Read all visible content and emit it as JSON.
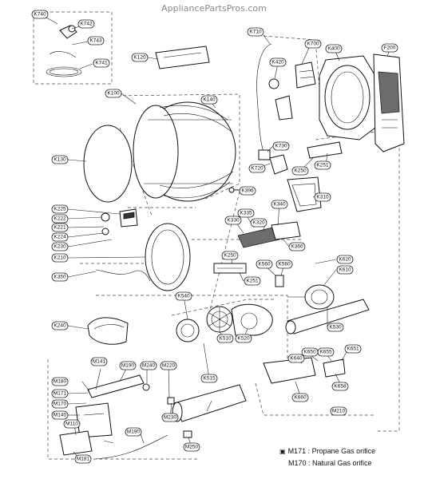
{
  "watermark": "AppliancePartsPros.com",
  "labels": {
    "K740": "K740",
    "K742": "K742",
    "K743": "K743",
    "K741": "K741",
    "K120": "K120",
    "K100": "K100",
    "K140": "K140",
    "K130": "K130",
    "K710": "K710",
    "K420": "K420",
    "K700": "K700",
    "K400": "K400",
    "F200": "F200",
    "K730": "K730",
    "K720": "K720",
    "K250a": "K250",
    "K251a": "K251",
    "K396": "K396",
    "K310": "K310",
    "K225": "K225",
    "K222": "K222",
    "K221": "K221",
    "K224": "K224",
    "K230": "K230",
    "K210": "K210",
    "K350": "K350",
    "K335": "K335",
    "K330": "K330",
    "K340": "K340",
    "K320": "K320",
    "K360": "K360",
    "K250b": "K250",
    "K560": "K560",
    "K560b": "K560",
    "K251b": "K251",
    "K620": "K620",
    "K610": "K610",
    "K540": "K540",
    "K240": "K240",
    "K510": "K510",
    "K520": "K520",
    "K530": "K530",
    "K515": "K515",
    "K640": "K640",
    "K650": "K650",
    "K655": "K655",
    "K651": "K651",
    "K658": "K658",
    "K660": "K660",
    "M141": "M141",
    "M190": "M190",
    "M240": "M240",
    "M220": "M220",
    "M180": "M180",
    "M171": "M171",
    "M170": "M170",
    "M140": "M140",
    "M110": "M110",
    "M230": "M230",
    "M210": "M210",
    "M190b": "M190",
    "M181": "M181",
    "M250": "M250"
  },
  "legend": {
    "line1": "M171 : Propane Gas orifice",
    "line2": "M170 : Natural Gas orifice"
  }
}
